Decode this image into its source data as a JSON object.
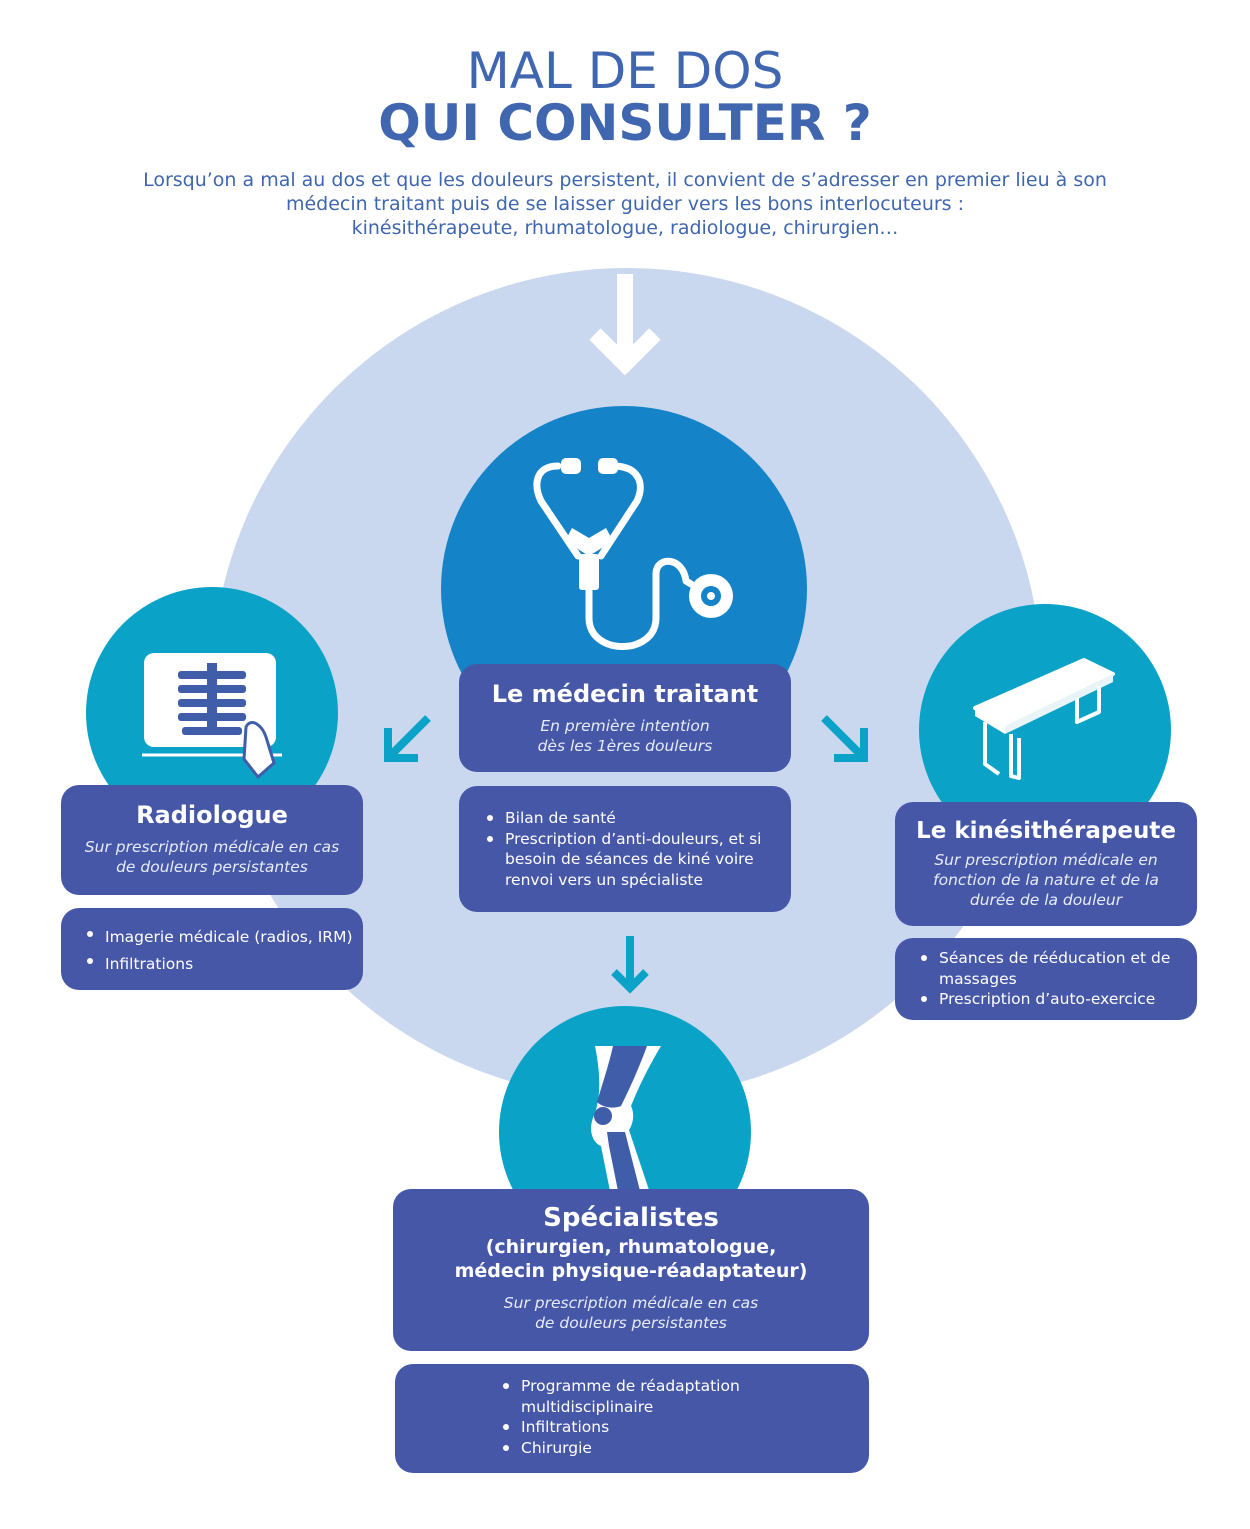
{
  "header": {
    "title_line1": "MAL DE DOS",
    "title_line2": "QUI CONSULTER ?",
    "intro_line1": "Lorsqu’on a mal au dos et que les douleurs persistent, il convient de s’adresser en premier lieu à son",
    "intro_line2": "médecin traitant puis de se laisser guider vers les bons interlocuteurs :",
    "intro_line3": "kinésithérapeute, rhumatologue, radiologue, chirurgien…"
  },
  "medecin": {
    "icon": "stethoscope-icon",
    "title": "Le médecin traitant",
    "sub_line1": "En première intention",
    "sub_line2": "dès les 1ères douleurs",
    "items": [
      "Bilan de santé",
      "Prescription d’anti-douleurs, et si besoin de séances de kiné voire renvoi vers un spécialiste"
    ]
  },
  "radiologue": {
    "icon": "xray-icon",
    "title": "Radiologue",
    "sub_line1": "Sur prescription médicale en cas",
    "sub_line2": "de douleurs persistantes",
    "items": [
      "Imagerie médicale (radios, IRM)",
      "Infiltrations"
    ]
  },
  "kine": {
    "icon": "treatment-table-icon",
    "title": "Le kinésithérapeute",
    "sub_line1": "Sur prescription médicale en",
    "sub_line2": "fonction de la nature et de la",
    "sub_line3": "durée de la douleur",
    "items": [
      "Séances de rééducation et de massages",
      "Prescription d’auto-exercice"
    ]
  },
  "specialistes": {
    "icon": "knee-joint-icon",
    "title": "Spécialistes",
    "sub_line1": "(chirurgien, rhumatologue,",
    "sub_line2": "médecin physique-réadaptateur)",
    "italic_line1": "Sur prescription médicale en cas",
    "italic_line2": "de douleurs persistantes",
    "items": [
      "Programme de réadaptation multidisciplinaire",
      "Infiltrations",
      "Chirurgie"
    ]
  },
  "colors": {
    "title_blue": "#3f66ae",
    "box_blue": "#4657a8",
    "circle_light": "#c9d8ee",
    "circle_medecin": "#1483c8",
    "circle_teal": "#0ba2c8"
  }
}
